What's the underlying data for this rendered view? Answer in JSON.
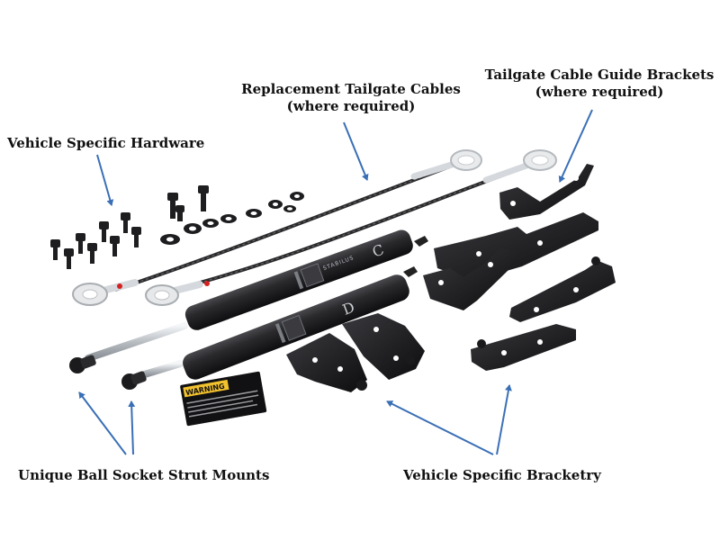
{
  "labels": {
    "vehicle_hardware": "Vehicle Specific Hardware",
    "tailgate_cables_line1": "Replacement Tailgate Cables",
    "tailgate_cables_line2": "(where required)",
    "guide_brackets_line1": "Tailgate Cable Guide Brackets",
    "guide_brackets_line2": "(where required)",
    "strut_mounts": "Unique Ball Socket Strut Mounts",
    "bracketry": "Vehicle Specific Bracketry"
  },
  "strut_markings": {
    "strut_c_brand": "STABILUS",
    "strut_c_letter": "C",
    "strut_d_letter": "D"
  },
  "warning_card": {
    "title": "WARNING"
  },
  "colors": {
    "arrow_blue": "#3a6fb6",
    "metal_black": "#1b1b1d",
    "bracket_black": "#141416",
    "chrome": "#d9dcdf",
    "warning_yellow": "#f2c12e"
  }
}
